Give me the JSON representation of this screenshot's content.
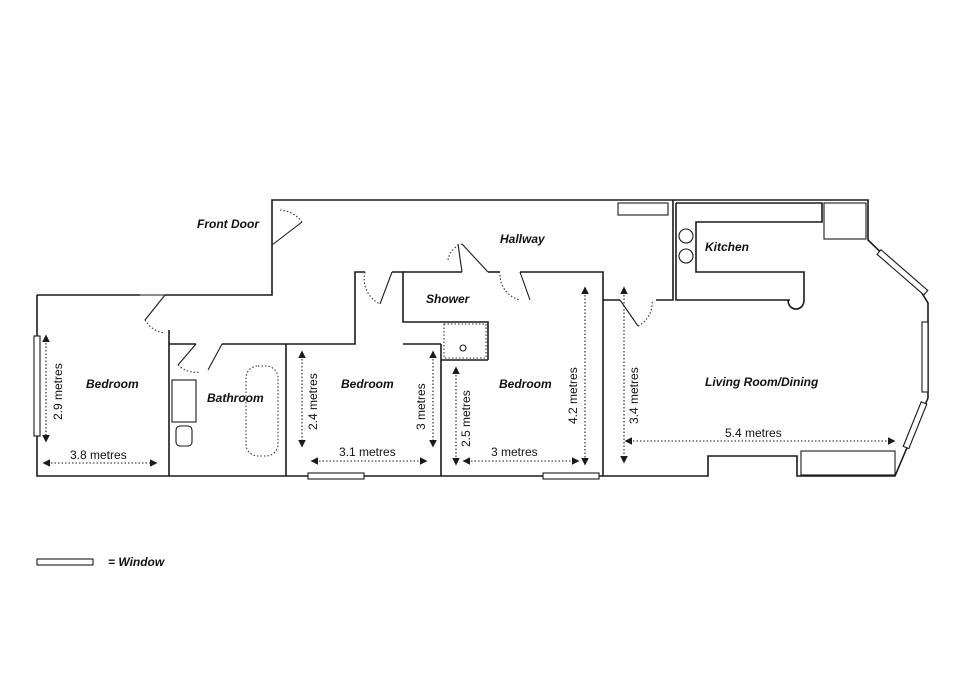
{
  "rooms": {
    "front_door": "Front Door",
    "hallway": "Hallway",
    "kitchen": "Kitchen",
    "shower": "Shower",
    "bedroom_1": "Bedroom",
    "bathroom": "Bathroom",
    "bedroom_2": "Bedroom",
    "bedroom_3": "Bedroom",
    "living": "Living Room/Dining"
  },
  "dimensions": {
    "bed1_height": "2.9 metres",
    "bed1_width": "3.8 metres",
    "bed2_height": "2.4 metres",
    "bed2_width": "3.1 metres",
    "bed2_depth": "3 metres",
    "bed3_height": "2.5 metres",
    "bed3_width": "3 metres",
    "bed3_depth": "4.2 metres",
    "living_height": "3.4 metres",
    "living_width": "5.4 metres"
  },
  "legend": {
    "window_label": "= Window"
  }
}
